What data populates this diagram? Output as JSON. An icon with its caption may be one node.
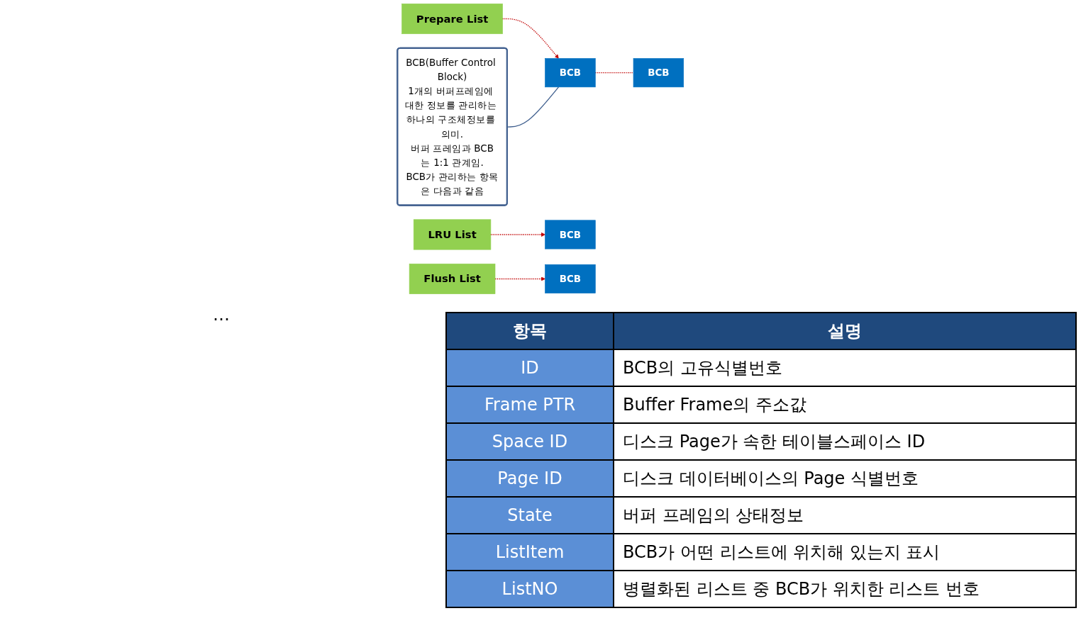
{
  "diagram": {
    "nodes": [
      {
        "text": [
          "Prepare List"
        ]
      },
      {
        "text": [
          "LRU List"
        ]
      },
      {
        "text": [
          "Flush List"
        ]
      },
      {
        "text": [
          "BCB"
        ]
      },
      {
        "text": [
          "BCB"
        ]
      },
      {
        "text": [
          "BCB"
        ]
      },
      {
        "text": [
          "BCB"
        ]
      },
      {
        "text": [
          "BCB(Buffer Control Block)",
          "1개의 버퍼프레임에 대한 정보를 관리하는 하나의 구조체정보를 의미.",
          "버퍼 프레임과 BCB는 1:1 관계임.",
          "BCB가 관리하는 항목은 다음과 같음"
        ]
      }
    ],
    "edges": [
      {
        "from": 0,
        "to": 3,
        "arrow": "to",
        "style": "dashed",
        "color": "#c00000"
      },
      {
        "from": 3,
        "to": 4,
        "arrow": "none",
        "style": "dashed",
        "color": "#c00000"
      },
      {
        "from": 1,
        "to": 5,
        "arrow": "to",
        "style": "dashed",
        "color": "#c00000"
      },
      {
        "from": 2,
        "to": 6,
        "arrow": "to",
        "style": "dashed",
        "color": "#c00000"
      },
      {
        "from": 7,
        "to": 3,
        "arrow": "none",
        "color": "#41608f"
      }
    ],
    "labels": [
      "…",
      "항목",
      "설명",
      "ID",
      "BCB의 고유식별번호",
      "Frame PTR",
      "Buffer Frame의 주소값",
      "Space ID",
      "디스크 Page가 속한 테이블스페이스 ID",
      "Page ID",
      "디스크 데이터베이스의 Page 식별번호",
      "State",
      "버퍼 프레임의 상태정보",
      "ListItem",
      "BCB가 어떤 리스트에 위치해 있는지 표시",
      "ListNO",
      "병렬화된 리스트 중 BCB가 위치한 리스트 번호"
    ]
  }
}
